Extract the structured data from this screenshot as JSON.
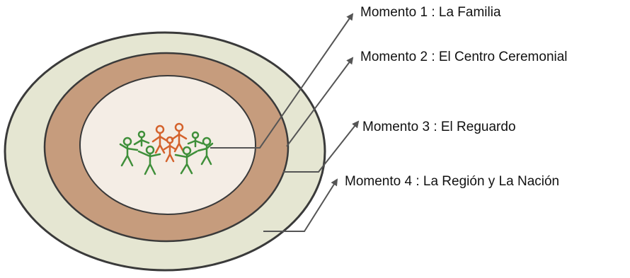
{
  "diagram": {
    "labels": [
      "Momento 1 : La Familia",
      "Momento 2 : El Centro Ceremonial",
      "Momento 3 : El Reguardo",
      "Momento 4 : La Región y La Nación"
    ],
    "colors": {
      "outer_ring": "#e5e6d2",
      "middle_ring": "#c69c7d",
      "inner_circle": "#f4ede5",
      "stroke": "#3a3a3a",
      "arrow": "#555555",
      "figure_green": "#3f8f3a",
      "figure_orange": "#d4622c"
    },
    "icon": "people-circle-holding-hands-icon"
  }
}
